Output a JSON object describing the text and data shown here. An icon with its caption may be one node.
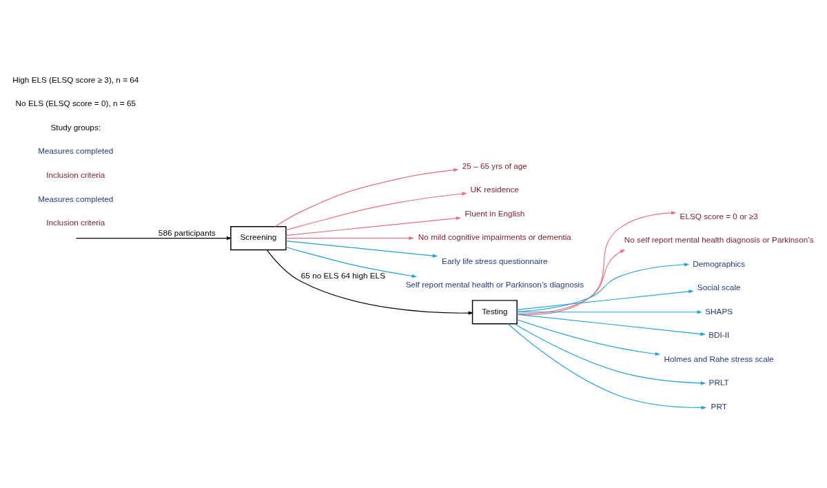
{
  "diagram": {
    "nodes": [
      {
        "text": [
          "Screening"
        ]
      },
      {
        "text": [
          "25 – 65 yrs of age"
        ]
      },
      {
        "text": [
          "UK residence"
        ]
      },
      {
        "text": [
          "Fluent in English"
        ]
      },
      {
        "text": [
          "No mild cognitive impairments or dementia"
        ]
      },
      {
        "text": [
          "Early life stress questionnaire"
        ]
      },
      {
        "text": [
          "Self report mental health or Parkinson’s diagnosis"
        ]
      },
      {
        "text": [
          "Testing"
        ]
      },
      {
        "text": [
          "ELSQ score = 0 or ≥3"
        ]
      },
      {
        "text": [
          "No self report mental health diagnosis or Parkinson’s"
        ]
      },
      {
        "text": [
          "Demographics"
        ]
      },
      {
        "text": [
          "Social scale"
        ]
      },
      {
        "text": [
          "SHAPS"
        ]
      },
      {
        "text": [
          "BDI-II"
        ]
      },
      {
        "text": [
          "Holmes and Rahe stress scale"
        ]
      },
      {
        "text": [
          "PRLT"
        ]
      },
      {
        "text": [
          "PRT"
        ]
      }
    ],
    "edges": [
      {
        "from": null,
        "to": 0,
        "arrow": "to",
        "label": "586 participants",
        "color": "#000000"
      },
      {
        "from": 0,
        "to": 1,
        "arrow": "to",
        "color": "#e8707e"
      },
      {
        "from": 0,
        "to": 2,
        "arrow": "to",
        "color": "#e8707e"
      },
      {
        "from": 0,
        "to": 3,
        "arrow": "to",
        "color": "#e8707e"
      },
      {
        "from": 0,
        "to": 4,
        "arrow": "to",
        "color": "#e8707e"
      },
      {
        "from": 0,
        "to": 5,
        "arrow": "to"
      },
      {
        "from": 0,
        "to": 6,
        "arrow": "to"
      },
      {
        "from": 0,
        "to": 7,
        "arrow": "to",
        "label": "65 no ELS 64 high ELS",
        "color": "#000000"
      },
      {
        "from": 7,
        "to": 8,
        "arrow": "to",
        "color": "#e8707e"
      },
      {
        "from": 7,
        "to": 9,
        "arrow": "to",
        "color": "#e8707e"
      },
      {
        "from": 7,
        "to": 10,
        "arrow": "to"
      },
      {
        "from": 7,
        "to": 11,
        "arrow": "to"
      },
      {
        "from": 7,
        "to": 12,
        "arrow": "to"
      },
      {
        "from": 7,
        "to": 13,
        "arrow": "to"
      },
      {
        "from": 7,
        "to": 14,
        "arrow": "to"
      },
      {
        "from": 7,
        "to": 15,
        "arrow": "to"
      },
      {
        "from": 7,
        "to": 16,
        "arrow": "to"
      }
    ],
    "labels": [
      "Inclusion criteria",
      "Measures completed",
      "Inclusion criteria",
      "Measures completed",
      "Study groups:",
      "No ELS (ELSQ score = 0), n = 65",
      "High ELS (ELSQ score ≥ 3), n = 64"
    ]
  }
}
